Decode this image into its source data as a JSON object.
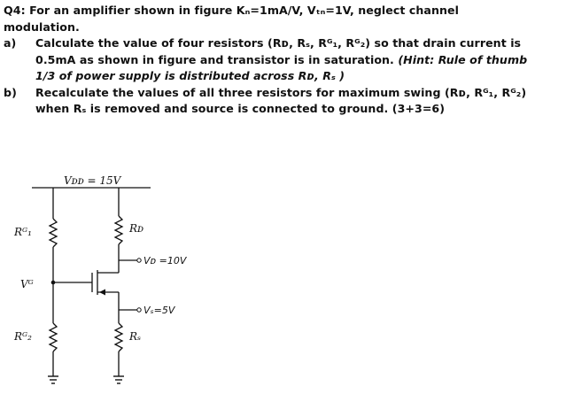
{
  "question": {
    "header_line1": "Q4: For an amplifier shown in figure Kₙ=1mA/V, Vₜₙ=1V, neglect channel",
    "header_line2": "modulation.",
    "part_a": {
      "label": "a)",
      "line1": "Calculate the value of four resistors (Rᴅ, Rₛ, Rᴳ₁, Rᴳ₂) so that drain current is",
      "line2": "0.5mA as shown in figure and transistor is in saturation.",
      "hint": "(Hint: Rule of thumb",
      "line3": "1/3 of power supply is distributed across Rᴅ, Rₛ )"
    },
    "part_b": {
      "label": "b)",
      "line1": "Recalculate the values of all three resistors for maximum swing (Rᴅ, Rᴳ₁, Rᴳ₂)",
      "line2": "when Rₛ is removed and source is connected to ground.",
      "marks": "(3+3=6)"
    }
  },
  "circuit": {
    "vdd_label": "Vᴅᴅ = 15V",
    "rg1_label": "Rᴳ₁",
    "rd_label": "Rᴅ",
    "vg_label": "Vᴳ",
    "rg2_label": "Rᴳ₂",
    "rs_label": "Rₛ",
    "vd_annotation": "Vᴅ =10V",
    "vs_annotation": "Vₛ=5V"
  }
}
